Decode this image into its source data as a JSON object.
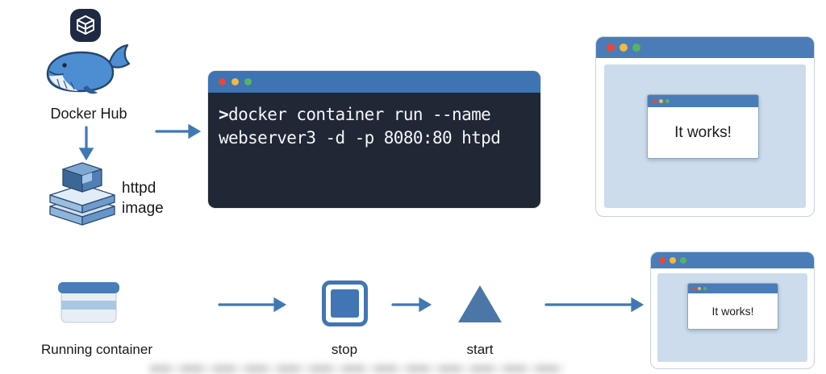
{
  "nodes": {
    "docker_hub": {
      "label": "Docker Hub",
      "icon": "docker-hub-logo-icon"
    },
    "whale": {
      "icon": "docker-whale-icon"
    },
    "httpd_image": {
      "label_line1": "httpd",
      "label_line2": "image",
      "icon": "image-layers-icon"
    },
    "running_container": {
      "label": "Running container",
      "icon": "container-box-icon"
    },
    "stop": {
      "label": "stop",
      "icon": "stop-square-icon"
    },
    "start": {
      "label": "start",
      "icon": "start-triangle-icon"
    }
  },
  "terminal": {
    "prompt": ">",
    "command_line1": "docker container run --name",
    "command_line2": "webserver3 -d -p 8080:80 htpd",
    "traffic_lights": [
      "red",
      "yellow",
      "green"
    ]
  },
  "browsers": {
    "top": {
      "page_text": "It works!"
    },
    "bottom": {
      "page_text": "It works!"
    }
  },
  "colors": {
    "accent_blue": "#3f78b5",
    "titlebar_blue": "#4a7db8",
    "terminal_bg": "#202735",
    "browser_content_blue": "#ccdcec",
    "traffic_red": "#e6483d",
    "traffic_yellow": "#f4b93f",
    "traffic_green": "#57b364"
  }
}
